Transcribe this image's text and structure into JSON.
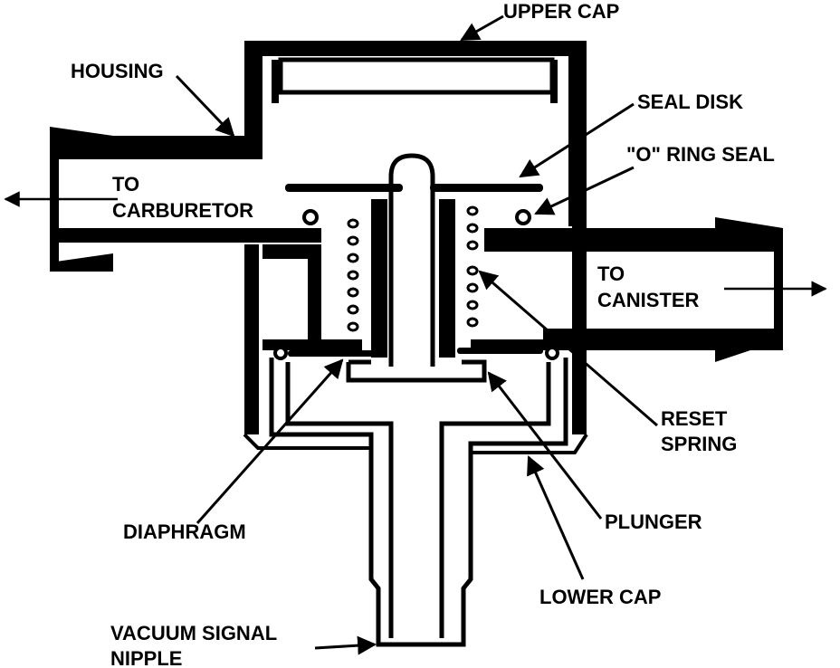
{
  "labels": {
    "upper_cap": "UPPER CAP",
    "housing": "HOUSING",
    "seal_disk": "SEAL DISK",
    "o_ring_seal": "\"O\" RING SEAL",
    "to_carb_line1": "TO",
    "to_carb_line2": "CARBURETOR",
    "to_canister_line1": "TO",
    "to_canister_line2": "CANISTER",
    "reset_spring_line1": "RESET",
    "reset_spring_line2": "SPRING",
    "diaphragm": "DIAPHRAGM",
    "plunger": "PLUNGER",
    "lower_cap": "LOWER CAP",
    "vacuum_line1": "VACUUM SIGNAL",
    "vacuum_line2": "NIPPLE"
  },
  "colors": {
    "ink": "#000000",
    "paper": "#ffffff"
  }
}
